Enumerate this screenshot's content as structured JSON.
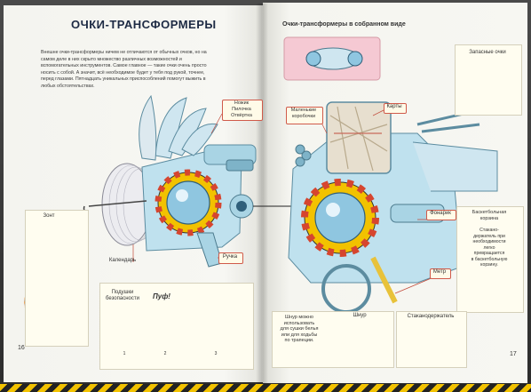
{
  "left_page": {
    "title": "ОЧКИ-ТРАНСФОРМЕРЫ",
    "intro": "Внешне очки-трансформеры ничем не отличаются от обычных очков, но на самом деле в них скрыто множество различных возможностей и вспомогательных инструментов. Самое главное — такие очки очень просто носить с собой. А значит, всё необходимое будет у тебя под рукой, точнее, перед глазами. Пятнадцать уникальных приспособлений помогут выжить в любых обстоятельствах.",
    "labels": {
      "tools": "Ножик\nПилочка\nОтвёртка",
      "umbrella": "Зонт",
      "calendar": "Календарь",
      "handle": "Ручка",
      "airbags": "Подушки\nбезопасности",
      "puf": "Пуф!"
    },
    "steps": [
      "1",
      "2",
      "3"
    ],
    "page_number": "16"
  },
  "right_page": {
    "title": "Очки-трансформеры в собранном виде",
    "labels": {
      "small_boxes": "Маленькие\nкоробочки",
      "maps": "Карты",
      "spare_glasses": "Запасные очки",
      "flashlight": "Фонарик",
      "basket_hoop": "Баскетбольная\nкорзина",
      "basket_desc": "Стакано-\nдержатель при\nнеобходимости\nлегко\nпревращается\nв баскетбольную\nкорзину.",
      "meter": "Метр",
      "cord_desc": "Шнур можно\nиспользовать\nдля сушки белья\nили для ходьбы\nпо трапеции.",
      "cord": "Шнур",
      "cup_holder": "Стаканодержатель"
    },
    "page_number": "17"
  }
}
